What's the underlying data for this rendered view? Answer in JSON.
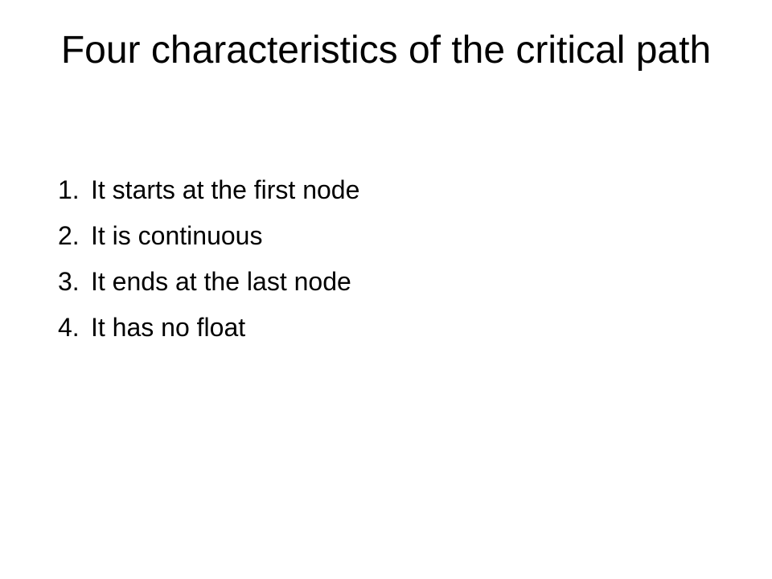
{
  "slide": {
    "title": "Four characteristics of the critical path",
    "items": [
      {
        "number": "1.",
        "text": "It starts at the first node"
      },
      {
        "number": "2.",
        "text": "It is continuous"
      },
      {
        "number": "3.",
        "text": "It ends at the last node"
      },
      {
        "number": "4.",
        "text": "It has no float"
      }
    ]
  }
}
